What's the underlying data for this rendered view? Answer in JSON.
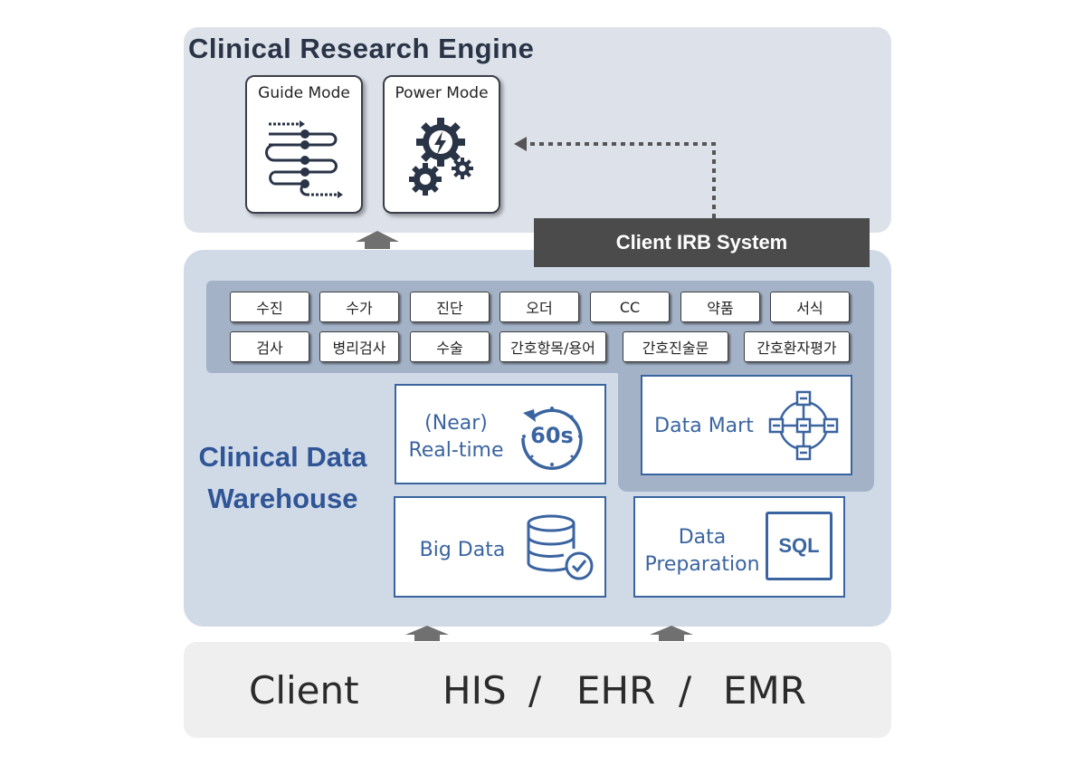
{
  "engine": {
    "title": "Clinical Research Engine",
    "guide_mode": "Guide Mode",
    "power_mode": "Power Mode"
  },
  "irb": {
    "label": "Client IRB System"
  },
  "warehouse": {
    "title_line1": "Clinical Data",
    "title_line2": "Warehouse",
    "categories_row1": [
      "수진",
      "수가",
      "진단",
      "오더",
      "CC",
      "약품",
      "서식"
    ],
    "categories_row2": [
      "검사",
      "병리검사",
      "수술",
      "간호항목/용어",
      "간호진술문",
      "간호환자평가"
    ],
    "realtime_line1": "(Near)",
    "realtime_line2": "Real-time",
    "realtime_badge": "60s",
    "data_mart": "Data Mart",
    "big_data": "Big Data",
    "prep_line1": "Data",
    "prep_line2": "Preparation",
    "sql_badge": "SQL"
  },
  "client": {
    "label": "Client",
    "systems": [
      "HIS",
      "/",
      "EHR",
      "/",
      "EMR"
    ]
  },
  "colors": {
    "accent_blue": "#2f5597",
    "icon_blue": "#3a64a0",
    "dark_gray": "#4b4b4b",
    "panel_gray": "#dde2ea",
    "panel_blue": "#d0dae7"
  },
  "icons": [
    "workflow-icon",
    "gears-bolt-icon",
    "stopwatch-icon",
    "network-icon",
    "database-check-icon",
    "sql-icon"
  ]
}
